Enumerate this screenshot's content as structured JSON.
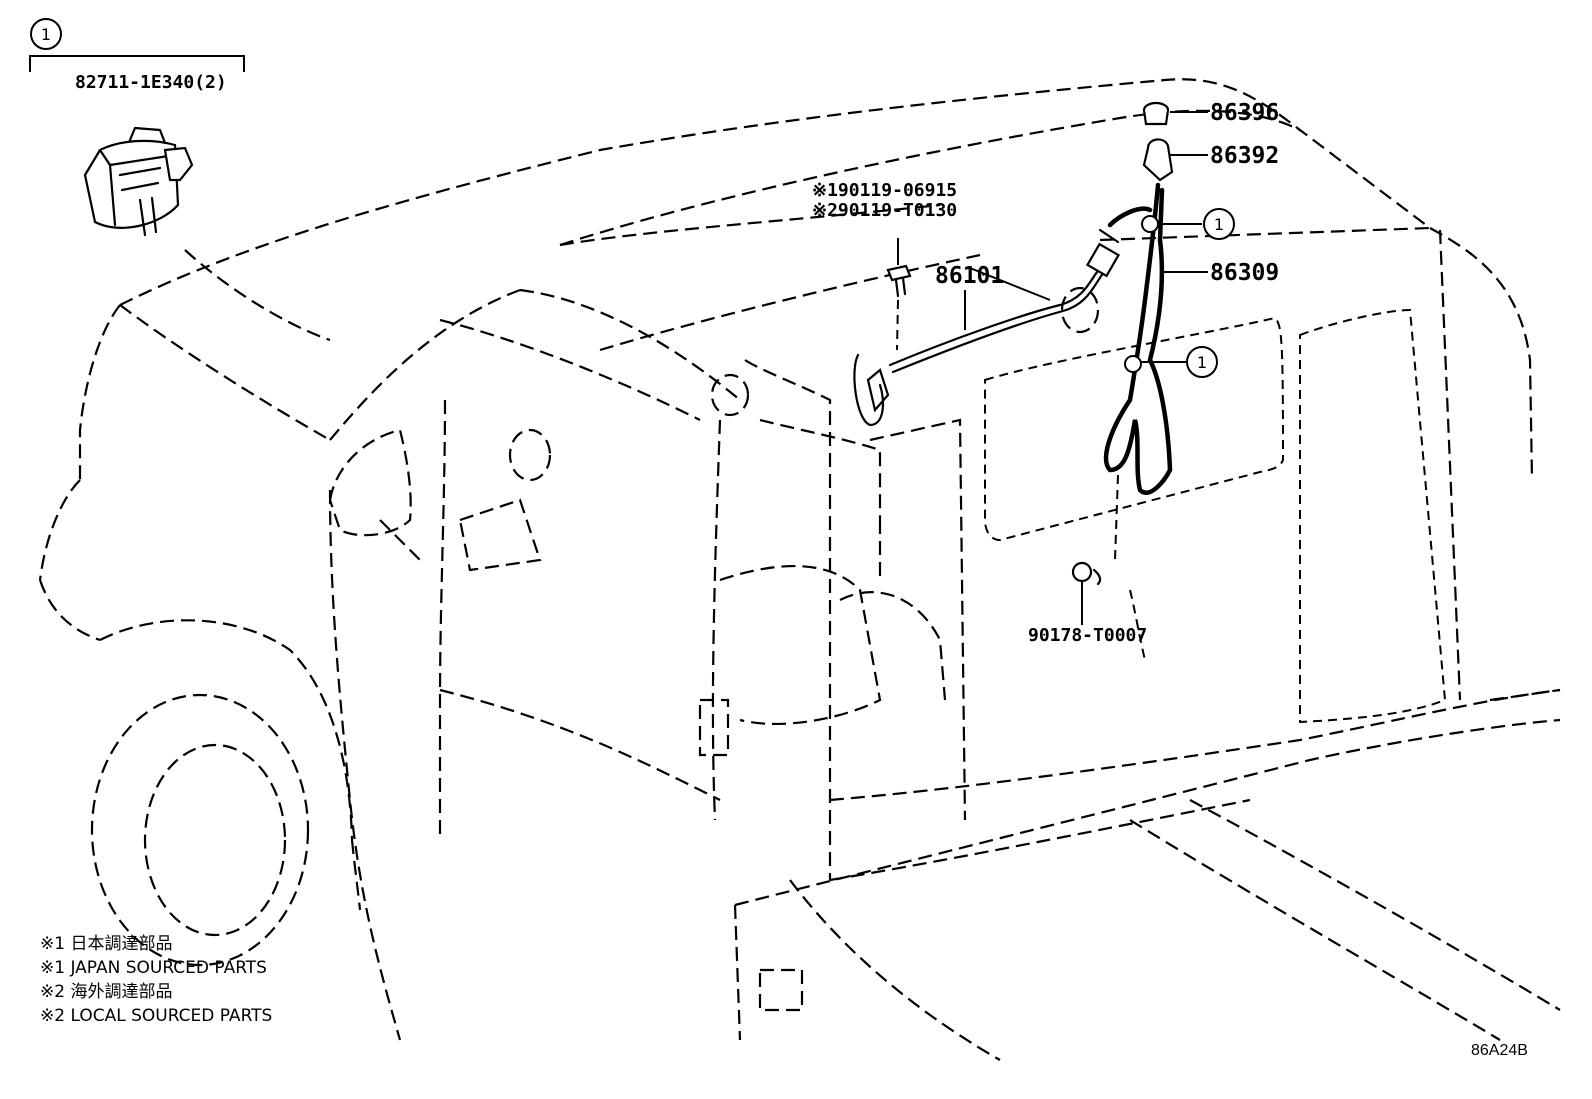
{
  "callout_symbol": "1",
  "group": {
    "label": "1",
    "part_number": "82711-1E340(2)"
  },
  "parts": {
    "p86396": "86396",
    "p86392": "86392",
    "p86309": "86309",
    "p86101": "86101",
    "bolt_1": "※190119-06915",
    "bolt_2": "※290119-T0130",
    "clip": "90178-T0007"
  },
  "notes": [
    "※1 日本調達部品",
    "※1 JAPAN SOURCED PARTS",
    "※2 海外調達部品",
    "※2 LOCAL SOURCED PARTS"
  ],
  "diagram_code": "86A24B"
}
